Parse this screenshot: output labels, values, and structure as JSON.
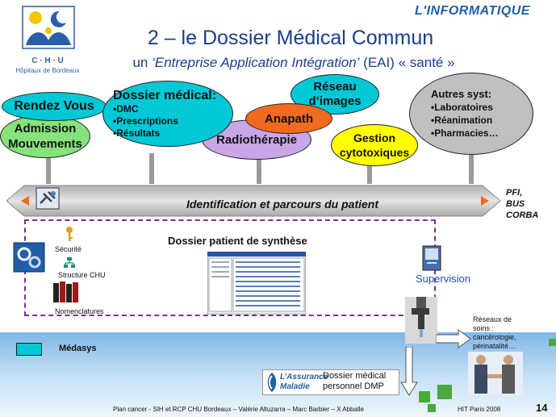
{
  "header": {
    "section": "L'INFORMATIQUE",
    "title": "2 – le Dossier Médical Commun",
    "subtitle_prefix": "un ",
    "subtitle_italic": "‘Entreprise Application Intégration’",
    "subtitle_suffix": " (EAI) « santé »"
  },
  "logo": {
    "line1": "C · H · U",
    "line2": "Hôpitaux de Bordeaux"
  },
  "bubbles": {
    "rendez_vous": "Rendez Vous",
    "admission": "Admission",
    "mouvements": "Mouvements",
    "dossier_head": "Dossier médical:",
    "dossier_items": [
      "•DMC",
      "•Prescriptions",
      "•Résultats"
    ],
    "radiotherapie": "Radiothérapie",
    "anapath": "Anapath",
    "reseau_line1": "Réseau",
    "reseau_line2": "d’images",
    "gestion_line1": "Gestion",
    "gestion_line2": "cytotoxiques",
    "autres_head": "Autres syst:",
    "autres_items": [
      "•Laboratoires",
      "•Réanimation",
      "•Pharmacies…"
    ]
  },
  "bar": {
    "label": "Identification et parcours du patient",
    "bus": [
      "PFI,",
      "BUS",
      "CORBA"
    ]
  },
  "panel": {
    "synthese": "Dossier patient de synthèse",
    "securite": "Sécurité",
    "structure": "Structure CHU",
    "nomenclatures": "Nomenclatures",
    "supervision": "Supervision"
  },
  "reseaux": [
    "Réseaux de",
    "soins :",
    "cancérologie,",
    "périnatalité…"
  ],
  "legend": {
    "label": "Médasys",
    "color": "#00c8d6"
  },
  "dmp": {
    "logo_line1": "L’Assurance",
    "logo_line2": "Maladie",
    "line1": "Dossier médical",
    "line2": "personnel DMP"
  },
  "footer": {
    "credits": "Plan cancer - SIH et RCP CHU Bordeaux – Valérie Altuzarra – Marc Barbier – X Abballe",
    "event": "HIT Paris 2008",
    "page": "14"
  },
  "colors": {
    "cyan": "#00c8d6",
    "green": "#86e27a",
    "violet": "#c9a6e6",
    "orange": "#f06a1f",
    "yellow": "#ffff00",
    "grey": "#bfbfbf",
    "title_blue": "#1a3d8f",
    "dash_purple": "#7b2d9b"
  }
}
